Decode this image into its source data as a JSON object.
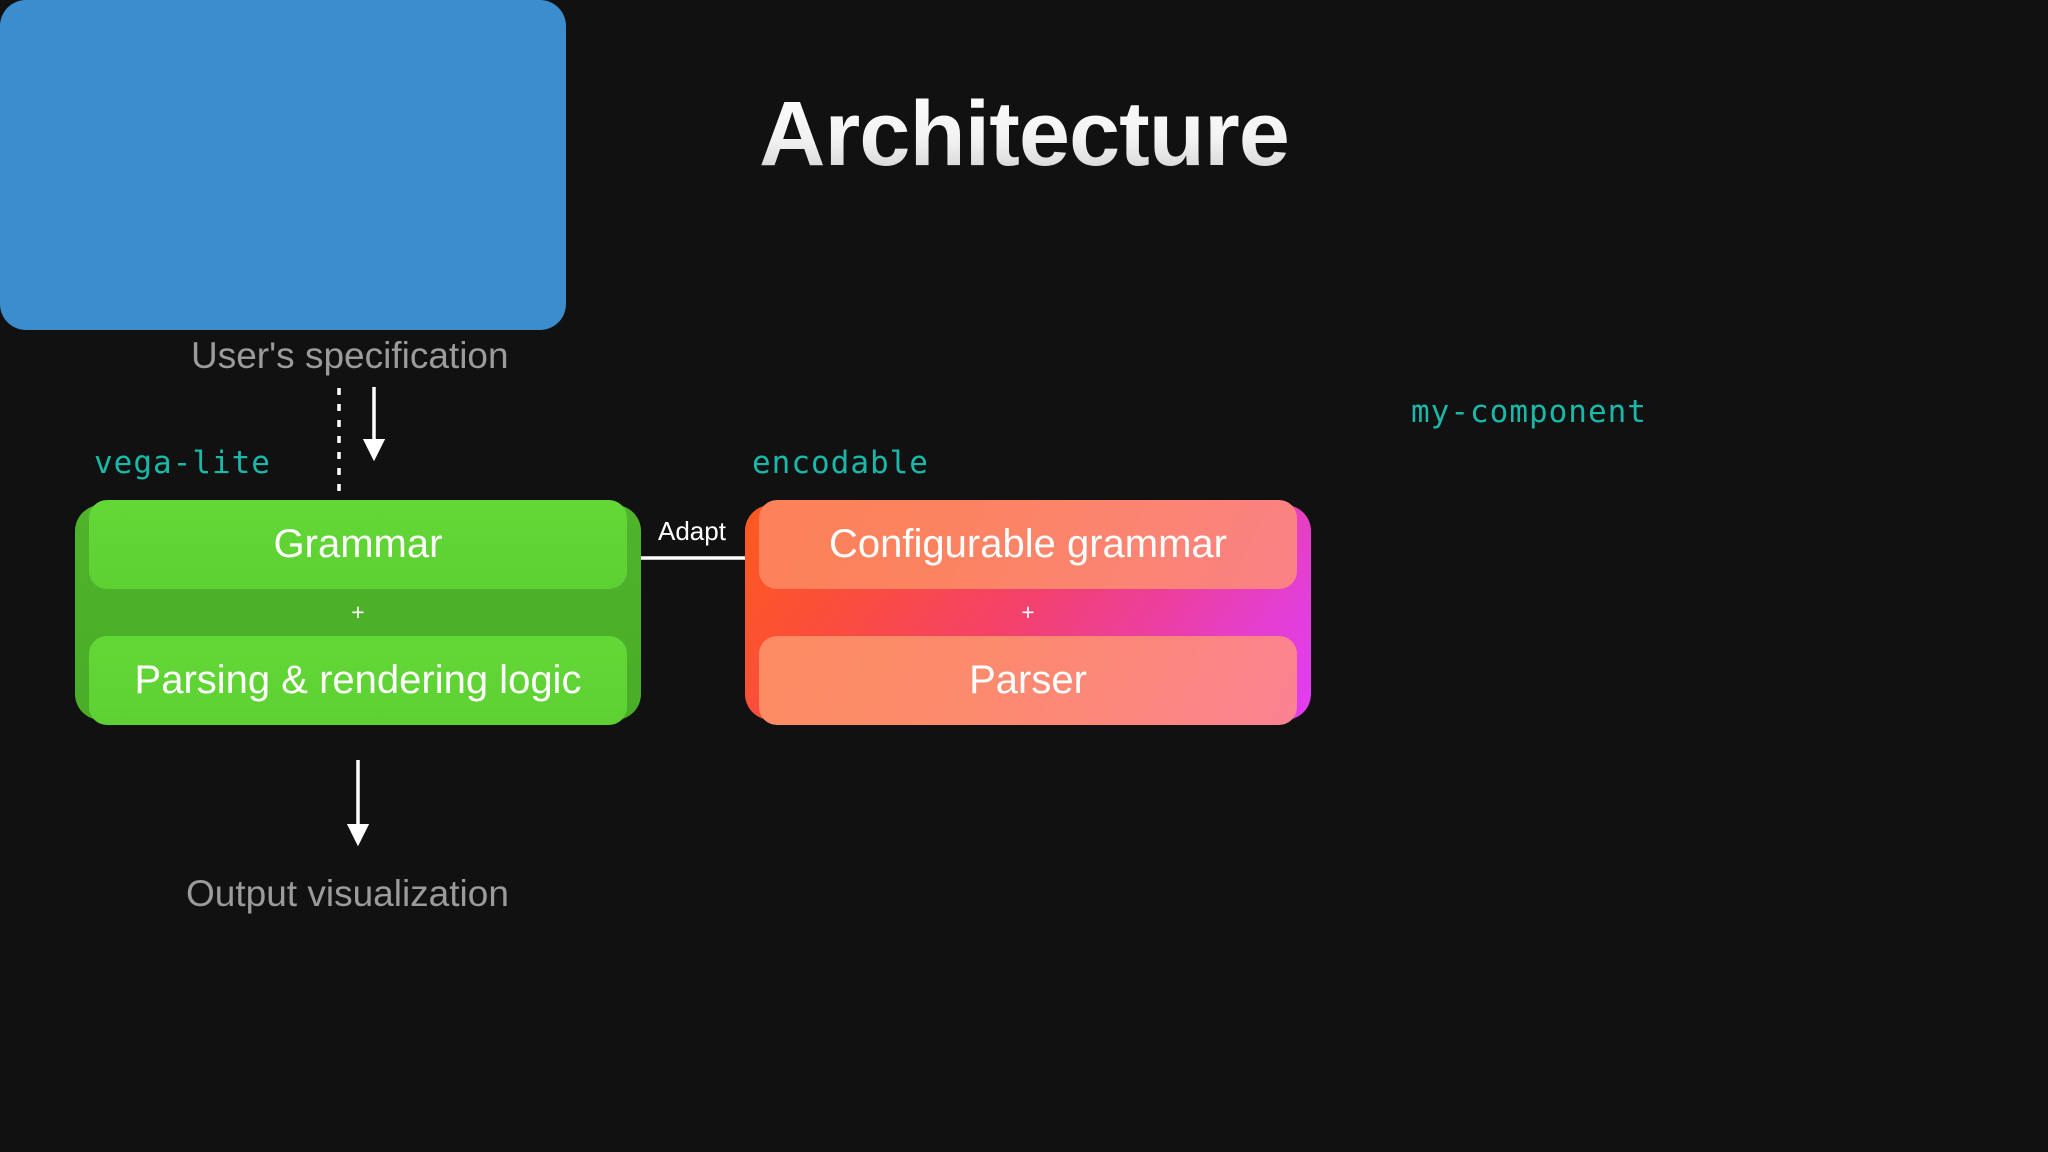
{
  "page": {
    "background_color": "#111111",
    "title": "Architecture"
  },
  "annotations": {
    "input_note": "User's specification",
    "output_note": "Output visualization",
    "adapt_label": "Adapt"
  },
  "code_labels": {
    "vega_lite": "vega-lite",
    "encodable": "encodable",
    "my_component": "my-component",
    "color": "#19b8a8"
  },
  "blocks": [
    {
      "id": "vega-lite",
      "label": "vega-lite",
      "accent_color": "#4fb42b",
      "inner_color": "#62d836",
      "separator": "+",
      "rows": [
        "Grammar",
        "Parsing & rendering logic"
      ]
    },
    {
      "id": "encodable",
      "label": "encodable",
      "accent_color": "#ff5a1f",
      "accent_color_end": "#e23cf5",
      "inner_color": "#fd8259",
      "separator": "+",
      "rows": [
        "Configurable grammar",
        "Parser"
      ]
    },
    {
      "id": "my-component",
      "label": "my-component",
      "accent_color": "#3c8dcd",
      "rows": []
    }
  ]
}
